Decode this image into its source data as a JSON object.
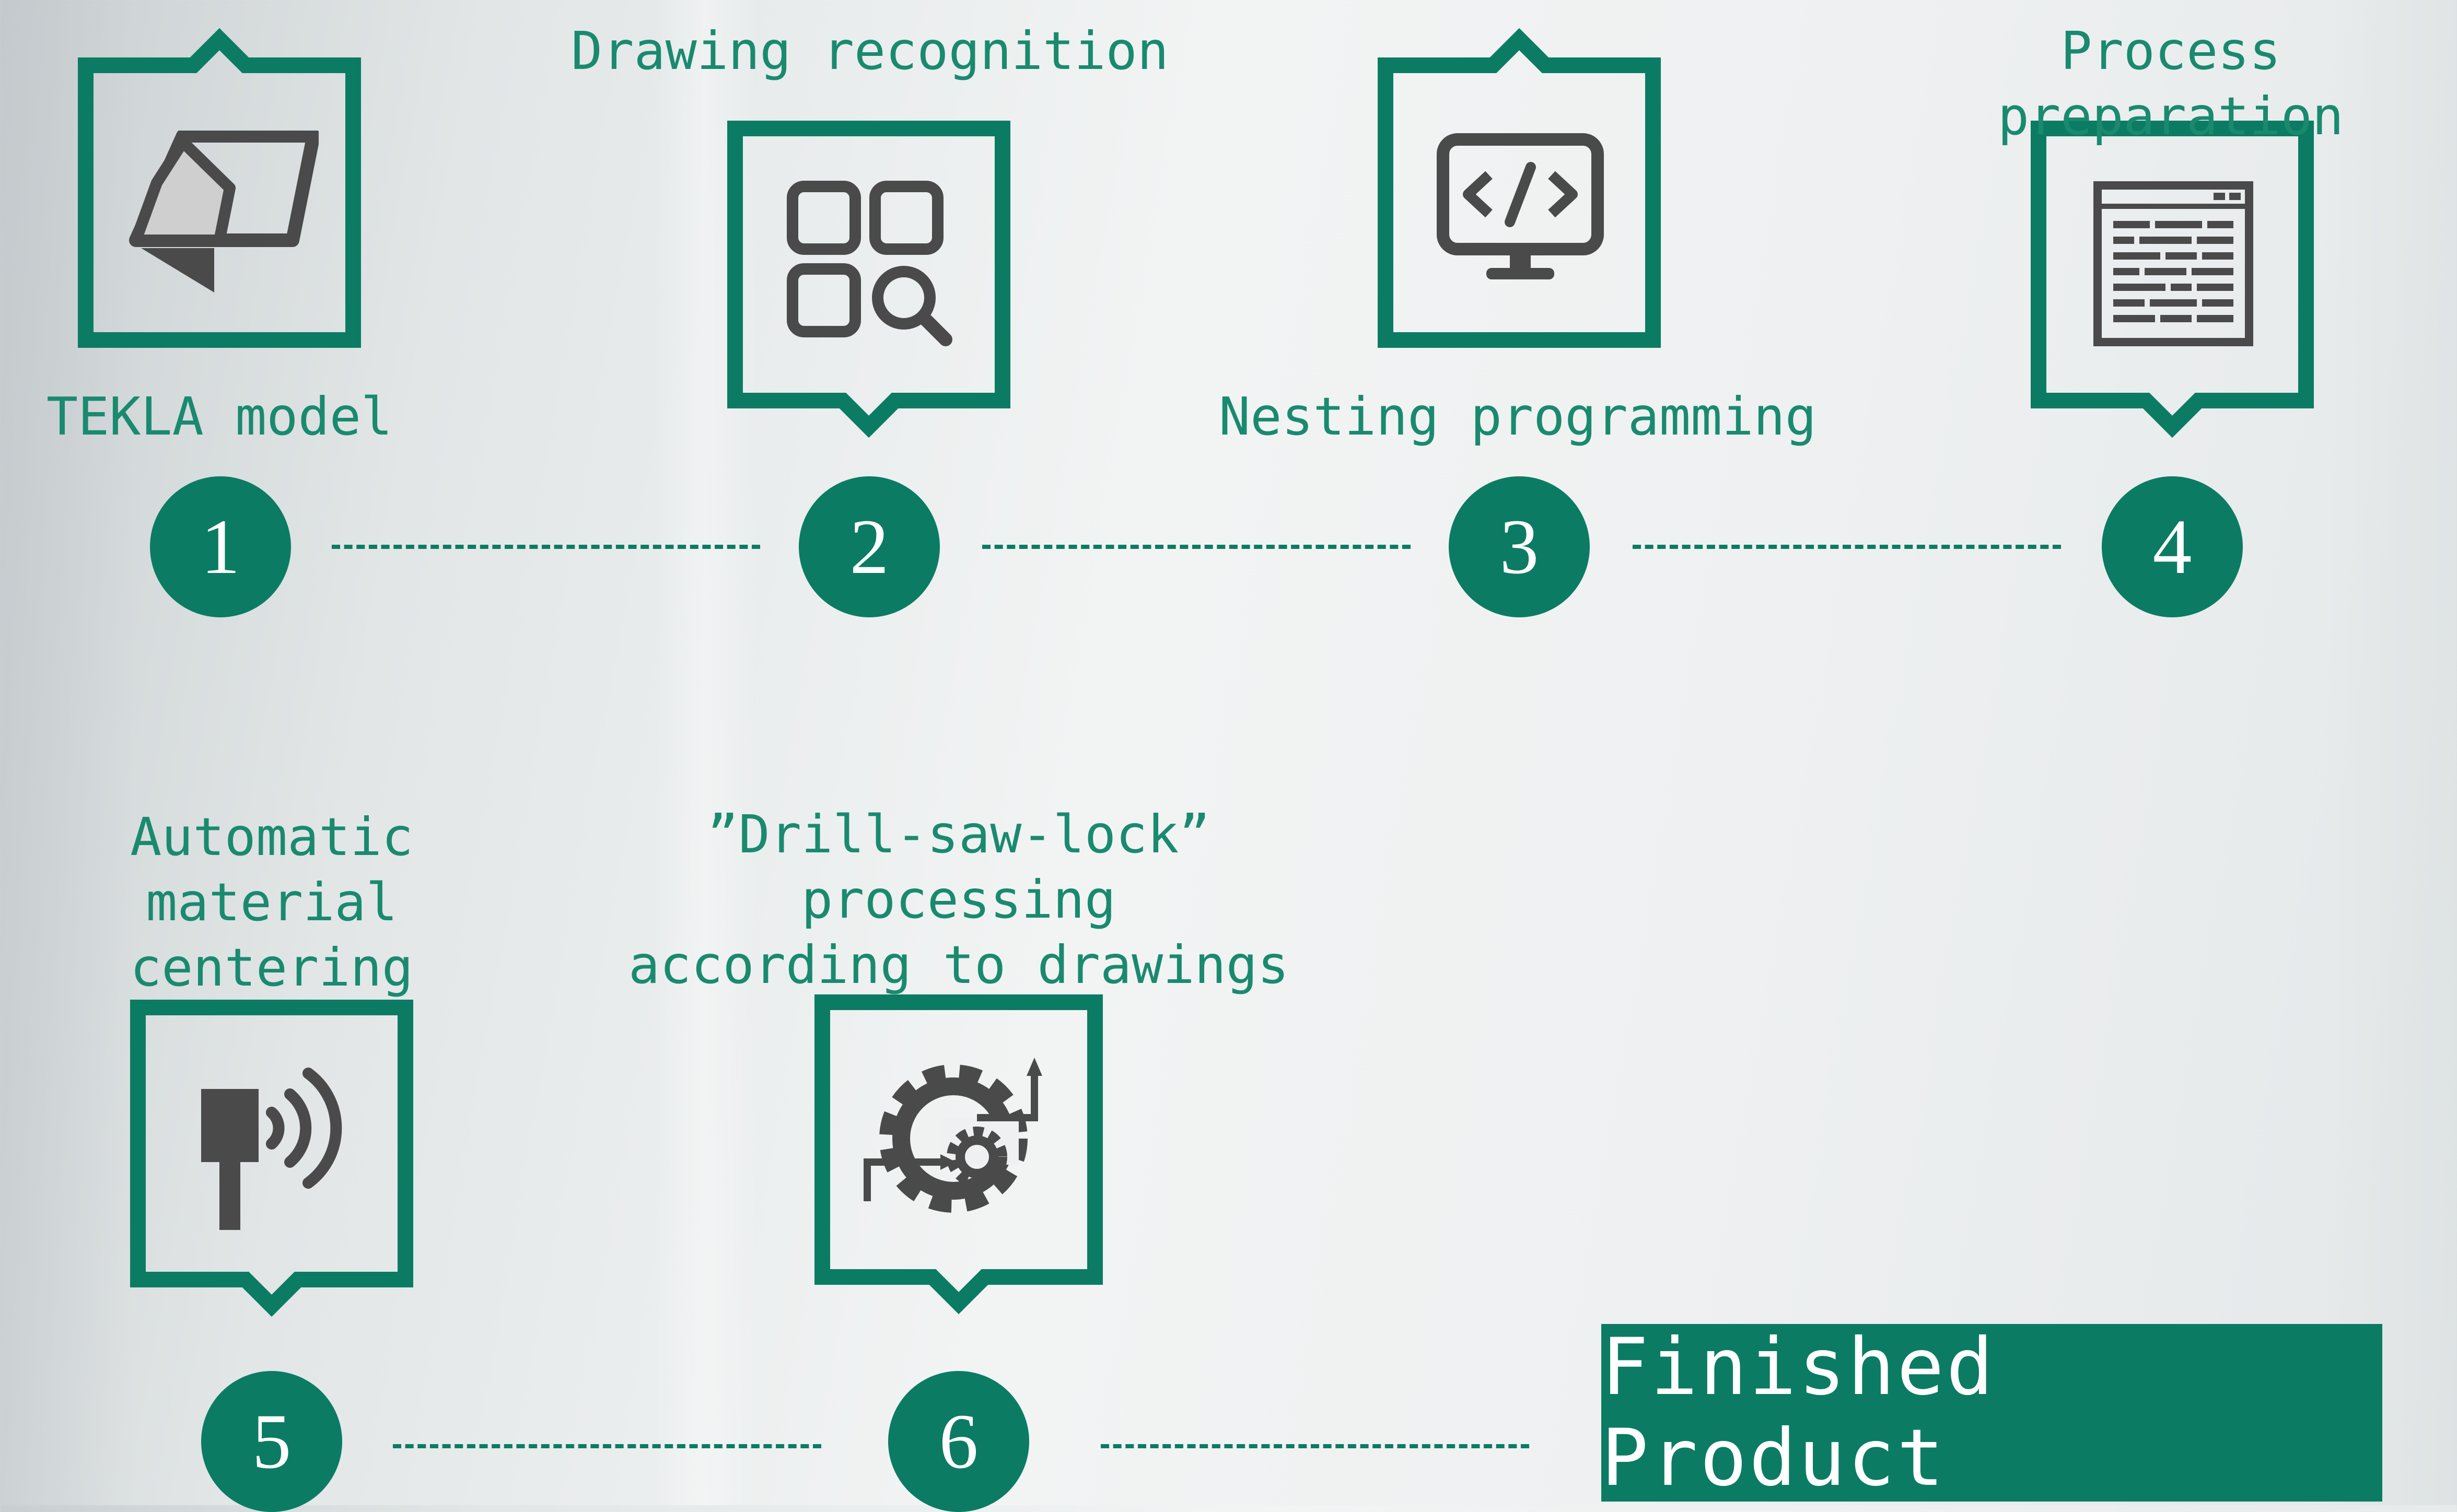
{
  "steps": [
    {
      "number": "1",
      "label": "TEKLA model",
      "icon": "tekla-model-icon"
    },
    {
      "number": "2",
      "label": "Drawing recognition",
      "icon": "drawing-recognition-icon"
    },
    {
      "number": "3",
      "label": "Nesting programming",
      "icon": "code-monitor-icon"
    },
    {
      "number": "4",
      "label": "Process preparation",
      "icon": "process-sheet-icon"
    },
    {
      "number": "5",
      "label": "Automatic material\ncentering",
      "icon": "sensor-icon"
    },
    {
      "number": "6",
      "label": "”Drill-saw-lock” processing\naccording to drawings",
      "icon": "gear-process-icon"
    }
  ],
  "final": {
    "label": "Finished Product"
  },
  "colors": {
    "accent": "#0b7c63",
    "label": "#1a8a6f",
    "icon": "#4a4a4a"
  }
}
